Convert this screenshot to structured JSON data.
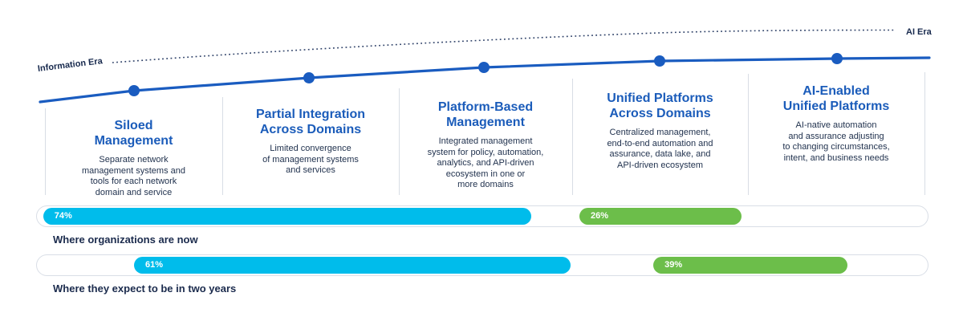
{
  "era": {
    "left_label": "Information Era",
    "right_label": "AI Era"
  },
  "stages": [
    {
      "title": "Siloed\nManagement",
      "description": "Separate network\nmanagement systems and\ntools for each network\ndomain and service"
    },
    {
      "title": "Partial Integration\nAcross Domains",
      "description": "Limited convergence\nof management systems\nand services"
    },
    {
      "title": "Platform-Based\nManagement",
      "description": "Integrated management\nsystem for policy, automation,\nanalytics, and API-driven\necosystem in one or\nmore domains"
    },
    {
      "title": "Unified Platforms\nAcross Domains",
      "description": "Centralized management,\nend-to-end automation and\nassurance, data lake, and\nAPI-driven ecosystem"
    },
    {
      "title": "AI-Enabled\nUnified Platforms",
      "description": "AI-native automation\nand assurance adjusting\nto changing circumstances,\nintent, and business needs"
    }
  ],
  "chart_data": {
    "type": "bar",
    "orientation": "horizontal-segmented",
    "bars": [
      {
        "label": "Where organizations are now",
        "segments": [
          {
            "value": 74,
            "display": "74%",
            "color": "#00bceb",
            "left_pct": 0.7,
            "width_pct": 54.8
          },
          {
            "value": 26,
            "display": "26%",
            "color": "#6cbe4a",
            "left_pct": 60.9,
            "width_pct": 18.2
          }
        ]
      },
      {
        "label": "Where they expect to be in two years",
        "segments": [
          {
            "value": 61,
            "display": "61%",
            "color": "#00bceb",
            "left_pct": 10.9,
            "width_pct": 49.0
          },
          {
            "value": 39,
            "display": "39%",
            "color": "#6cbe4a",
            "left_pct": 69.2,
            "width_pct": 21.8
          }
        ]
      }
    ],
    "legend": "none",
    "grid": false
  },
  "colors": {
    "curve_blue": "#1a5cc0",
    "title_blue": "#1b5cba",
    "navy_text": "#1b2b4d",
    "cyan": "#00bceb",
    "green": "#6cbe4a",
    "track_border": "#d9dee6",
    "dotted_leader": "#2e4168"
  }
}
